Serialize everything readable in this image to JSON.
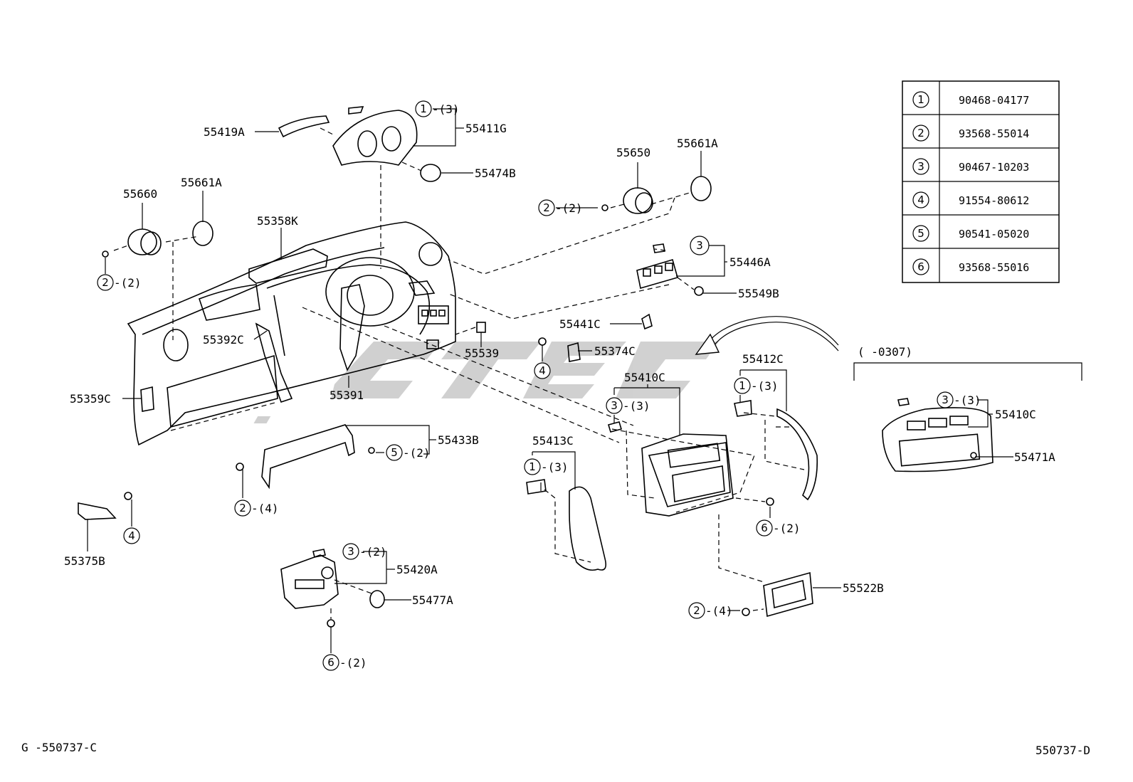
{
  "diagram_id_left": "G -550737-C",
  "diagram_id_right": "550737-D",
  "watermark": "ctec",
  "date_range": "(      -0307)",
  "parts_table": [
    {
      "ref": "1",
      "part_no": "90468-04177"
    },
    {
      "ref": "2",
      "part_no": "93568-55014"
    },
    {
      "ref": "3",
      "part_no": "90467-10203"
    },
    {
      "ref": "4",
      "part_no": "91554-80612"
    },
    {
      "ref": "5",
      "part_no": "90541-05020"
    },
    {
      "ref": "6",
      "part_no": "93568-55016"
    }
  ],
  "labels": {
    "p55419A": "55419A",
    "p55411G": "55411G",
    "p55474B": "55474B",
    "p55660": "55660",
    "p55661A_l": "55661A",
    "p55358K": "55358K",
    "p55650": "55650",
    "p55661A_r": "55661A",
    "p55446A": "55446A",
    "p55549B": "55549B",
    "p55441C": "55441C",
    "p55392C": "55392C",
    "p55539": "55539",
    "p55374C": "55374C",
    "p55391": "55391",
    "p55359C": "55359C",
    "p55433B": "55433B",
    "p55413C": "55413C",
    "p55410C": "55410C",
    "p55412C": "55412C",
    "p55410C_r": "55410C",
    "p55471A": "55471A",
    "p55375B": "55375B",
    "p55420A": "55420A",
    "p55477A": "55477A",
    "p55522B": "55522B"
  },
  "callouts": {
    "c1": {
      "ref": "1",
      "qty": "-(3)"
    },
    "c2": {
      "ref": "2",
      "qty": "-(2)"
    },
    "c3": {
      "ref": "2",
      "qty": "-(2)"
    },
    "c4": {
      "ref": "3",
      "qty": ""
    },
    "c5": {
      "ref": "4",
      "qty": ""
    },
    "c6": {
      "ref": "3",
      "qty": "-(3)"
    },
    "c7": {
      "ref": "1",
      "qty": "-(3)"
    },
    "c8": {
      "ref": "5",
      "qty": "-(2)"
    },
    "c9": {
      "ref": "2",
      "qty": "-(4)"
    },
    "c10": {
      "ref": "1",
      "qty": "-(3)"
    },
    "c11": {
      "ref": "4",
      "qty": ""
    },
    "c12": {
      "ref": "6",
      "qty": "-(2)"
    },
    "c13": {
      "ref": "3",
      "qty": "-(3)"
    },
    "c14": {
      "ref": "3",
      "qty": "-(2)"
    },
    "c15": {
      "ref": "6",
      "qty": "-(2)"
    },
    "c16": {
      "ref": "2",
      "qty": "-(4)"
    }
  }
}
